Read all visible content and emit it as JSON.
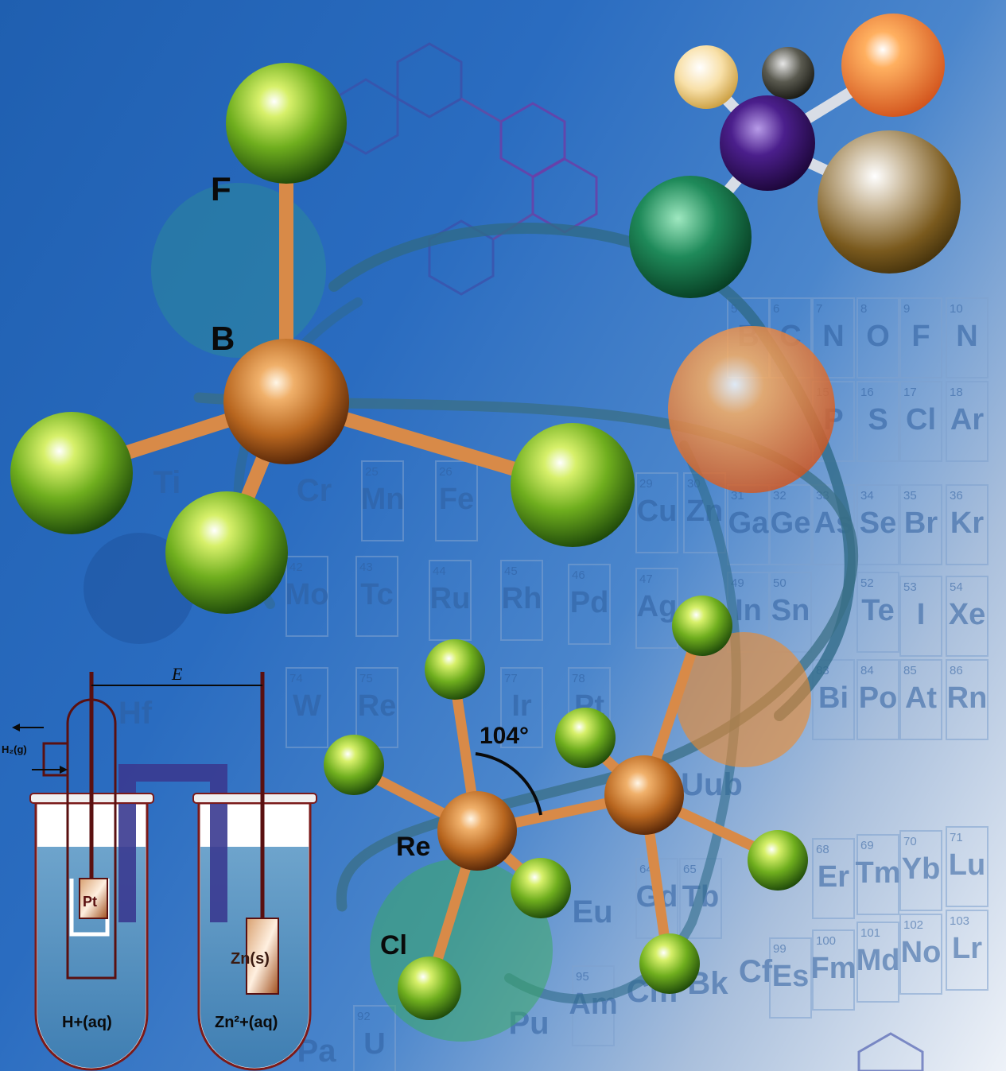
{
  "atom_labels": {
    "fluorine": "F",
    "boron": "B",
    "rhenium": "Re",
    "chlorine": "Cl",
    "bond_angle": "104°"
  },
  "periodic_table": {
    "cells": [
      {
        "num": "5",
        "sym": "B"
      },
      {
        "num": "6",
        "sym": "C"
      },
      {
        "num": "7",
        "sym": "N"
      },
      {
        "num": "8",
        "sym": "O"
      },
      {
        "num": "9",
        "sym": "F"
      },
      {
        "num": "10",
        "sym": "N"
      },
      {
        "num": "15",
        "sym": "P"
      },
      {
        "num": "16",
        "sym": "S"
      },
      {
        "num": "17",
        "sym": "Cl"
      },
      {
        "num": "18",
        "sym": "Ar"
      },
      {
        "num": "25",
        "sym": "Mn"
      },
      {
        "num": "26",
        "sym": "Fe"
      },
      {
        "num": "29",
        "sym": "Cu"
      },
      {
        "num": "30",
        "sym": "Zn"
      },
      {
        "num": "31",
        "sym": "Ga"
      },
      {
        "num": "32",
        "sym": "Ge"
      },
      {
        "num": "33",
        "sym": "As"
      },
      {
        "num": "34",
        "sym": "Se"
      },
      {
        "num": "35",
        "sym": "Br"
      },
      {
        "num": "36",
        "sym": "Kr"
      },
      {
        "num": "42",
        "sym": "Mo"
      },
      {
        "num": "43",
        "sym": "Tc"
      },
      {
        "num": "44",
        "sym": "Ru"
      },
      {
        "num": "45",
        "sym": "Rh"
      },
      {
        "num": "46",
        "sym": "Pd"
      },
      {
        "num": "47",
        "sym": "Ag"
      },
      {
        "num": "49",
        "sym": "In"
      },
      {
        "num": "50",
        "sym": "Sn"
      },
      {
        "num": "52",
        "sym": "Te"
      },
      {
        "num": "53",
        "sym": "I"
      },
      {
        "num": "54",
        "sym": "Xe"
      },
      {
        "num": "74",
        "sym": "W"
      },
      {
        "num": "75",
        "sym": "Re"
      },
      {
        "num": "77",
        "sym": "Ir"
      },
      {
        "num": "78",
        "sym": "Pt"
      },
      {
        "num": "83",
        "sym": "Bi"
      },
      {
        "num": "84",
        "sym": "Po"
      },
      {
        "num": "85",
        "sym": "At"
      },
      {
        "num": "86",
        "sym": "Rn"
      },
      {
        "num": "64",
        "sym": "Gd"
      },
      {
        "num": "65",
        "sym": "Tb"
      },
      {
        "num": "68",
        "sym": "Er"
      },
      {
        "num": "69",
        "sym": "Tm"
      },
      {
        "num": "70",
        "sym": "Yb"
      },
      {
        "num": "71",
        "sym": "Lu"
      },
      {
        "num": "95",
        "sym": "Am"
      },
      {
        "num": "99",
        "sym": "Es"
      },
      {
        "num": "100",
        "sym": "Fm"
      },
      {
        "num": "101",
        "sym": "Md"
      },
      {
        "num": "102",
        "sym": "No"
      },
      {
        "num": "103",
        "sym": "Lr"
      },
      {
        "num": "92",
        "sym": "U"
      }
    ],
    "fragments": [
      "Cr",
      "Eu",
      "Cm",
      "Bk",
      "Cf",
      "Uub",
      "Hf",
      "Pu",
      "Pa",
      "Ti"
    ]
  },
  "electrochemical_cell": {
    "voltage_label": "E",
    "gas_label": "H₂(g)",
    "left_electrode": "Pt",
    "right_electrode": "Zn(s)",
    "left_solution": "H+(aq)",
    "right_solution": "Zn²+(aq)"
  },
  "colors": {
    "background_blue": "#2a6cc0",
    "fluorine_green": "#6fae1e",
    "boron_copper": "#c9782e",
    "bond_copper": "#d88a48",
    "orange_atom": "#f08a2a",
    "purple_atom": "#4b1f8c",
    "teal_atom": "#1f8a5a",
    "olive_atom": "#7a5a1e"
  }
}
